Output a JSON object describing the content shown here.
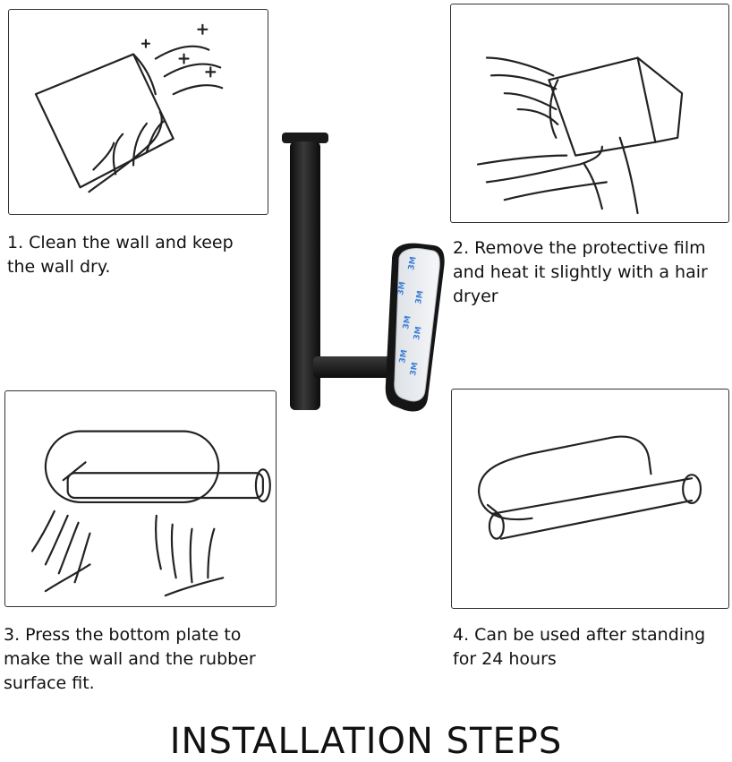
{
  "steps": [
    {
      "caption": "1. Clean the wall and keep\nthe wall dry.",
      "illustration_icon": "hand-wiping-wall-icon"
    },
    {
      "caption": "2. Remove the protective film\nand heat it slightly with a hair\ndryer",
      "illustration_icon": "peel-film-icon"
    },
    {
      "caption": "3. Press the bottom plate to\nmake the wall and the rubber\nsurface fit.",
      "illustration_icon": "press-holder-icon"
    },
    {
      "caption": "4. Can be used after standing\nfor 24 hours",
      "illustration_icon": "mounted-holder-icon"
    }
  ],
  "product": {
    "illustration_icon": "toilet-paper-holder-icon",
    "adhesive_label": "3M"
  },
  "title": "INSTALLATION STEPS",
  "colors": {
    "product_black": "#1a1a1a",
    "adhesive_blue": "#3f7fd6",
    "border": "#333333"
  }
}
